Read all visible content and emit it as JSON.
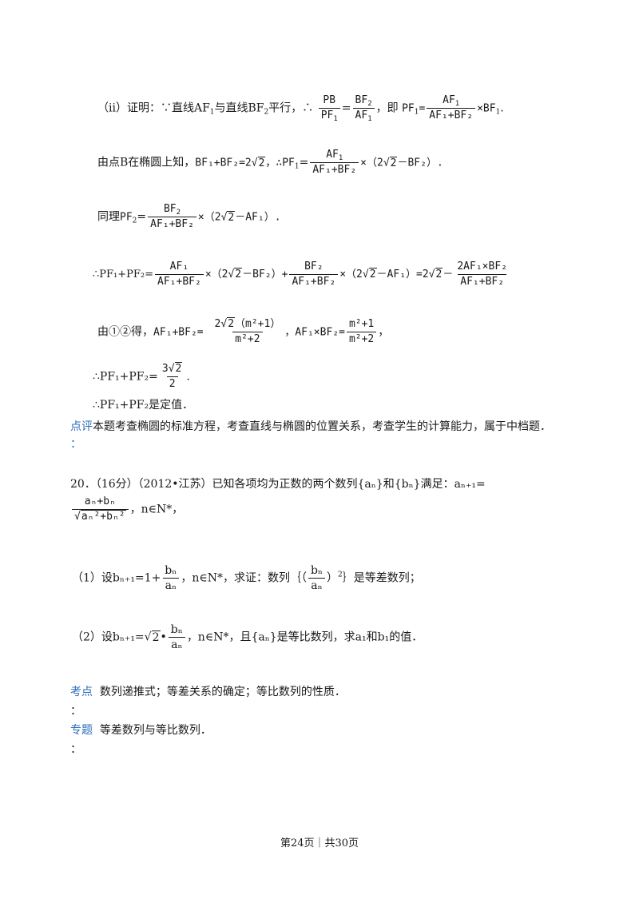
{
  "l1": {
    "pre": "（ii）证明：∵直线AF",
    "s1": "1",
    "mid": "与直线BF",
    "s2": "2",
    "post": "平行，∴",
    "f1_num": "PB",
    "f1_den_a": "PF",
    "f1_den_s": "1",
    "eq1": "=",
    "f2_num_a": "BF",
    "f2_num_s": "2",
    "f2_den_a": "AF",
    "f2_den_s": "1",
    "jiji": "，即",
    "pf": "PF",
    "pf_s": "1",
    "eq2": "=",
    "f3_num_a": "AF",
    "f3_num_s": "1",
    "f3_den": "AF₁+BF₂",
    "tail": "×BF",
    "tail_s": "1",
    "dot": "."
  },
  "l2": {
    "pre": "由点B在椭圆上知，",
    "expr": "BF₁+BF₂=2",
    "rad": "2",
    "mid": "，∴PF",
    "s": "1",
    "eq": "=",
    "num_a": "AF",
    "num_s": "1",
    "den": "AF₁+BF₂",
    "tail_a": "×（2",
    "tail_rad": "2",
    "tail_b": "－BF₂）."
  },
  "l3": {
    "pre": "同理",
    "pf": "PF",
    "pf_s": "2",
    "eq": "=",
    "num_a": "BF",
    "num_s": "2",
    "den": "AF₁+BF₂",
    "tail_a": "×（2",
    "tail_rad": "2",
    "tail_b": "－AF₁）."
  },
  "l4": {
    "pre": "∴PF₁+PF₂=",
    "f1_num": "AF₁",
    "f1_den": "AF₁+BF₂",
    "t1a": "×（2",
    "t1r": "2",
    "t1b": "－BF₂）+",
    "f2_num": "BF₂",
    "f2_den": "AF₁+BF₂",
    "t2a": "×（2",
    "t2r": "2",
    "t2b": "－AF₁）=2",
    "t3r": "2",
    "t3b": "－",
    "f3_num": "2AF₁×BF₂",
    "f3_den": "AF₁+BF₂"
  },
  "l5": {
    "pre": "由①②得，",
    "expr1": "AF₁+BF₂=",
    "f1_num_a": "2",
    "f1_num_rad": "2",
    "f1_num_b": "（m²+1）",
    "f1_den": "m²+2",
    "mid": "，AF₁×BF₂=",
    "f2_num": "m²+1",
    "f2_den": "m²+2",
    "tail": "，"
  },
  "l6": {
    "pre": "∴PF₁+PF₂=",
    "num_a": "3",
    "num_rad": "2",
    "den": "2",
    "tail": "."
  },
  "l7": {
    "text": "∴PF₁+PF₂是定值．"
  },
  "review": {
    "label": "点评",
    "text": "本题考查椭圆的标准方程，考查直线与椭圆的位置关系，考查学生的计算能力，属于中档题．",
    "colon": "："
  },
  "q20": {
    "line1": "20．（16分）（2012•江苏）已知各项均为正数的两个数列{aₙ}和{bₙ}满足：aₙ₊₁=",
    "f_num": "aₙ+bₙ",
    "f_den": "aₙ²+bₙ²",
    "f_tail": "，n∈N*，",
    "p1_pre": "（1）设bₙ₊₁=1+",
    "p1_num": "bₙ",
    "p1_den": "aₙ",
    "p1_mid": "，n∈N*，求证：数列｛（",
    "p1_num2": "bₙ",
    "p1_den2": "aₙ",
    "p1_mid2": "）",
    "p1_sup": "2",
    "p1_tail": "｝是等差数列；",
    "p2_pre": "（2）设bₙ₊₁=",
    "p2_rad": "2",
    "p2_dot": "•",
    "p2_num": "bₙ",
    "p2_den": "aₙ",
    "p2_tail": "，n∈N*，且{aₙ}是等比数列，求a₁和b₁的值．"
  },
  "kaodian": {
    "label": "考点",
    "text": "数列递推式；等差关系的确定；等比数列的性质．",
    "colon": "："
  },
  "zhuanti": {
    "label": "专题",
    "text": "等差数列与等比数列．",
    "colon": "："
  },
  "footer": {
    "text": "第24页｜共30页"
  },
  "colors": {
    "label_blue": "#2a6ebb",
    "text": "#1a1a1a"
  }
}
